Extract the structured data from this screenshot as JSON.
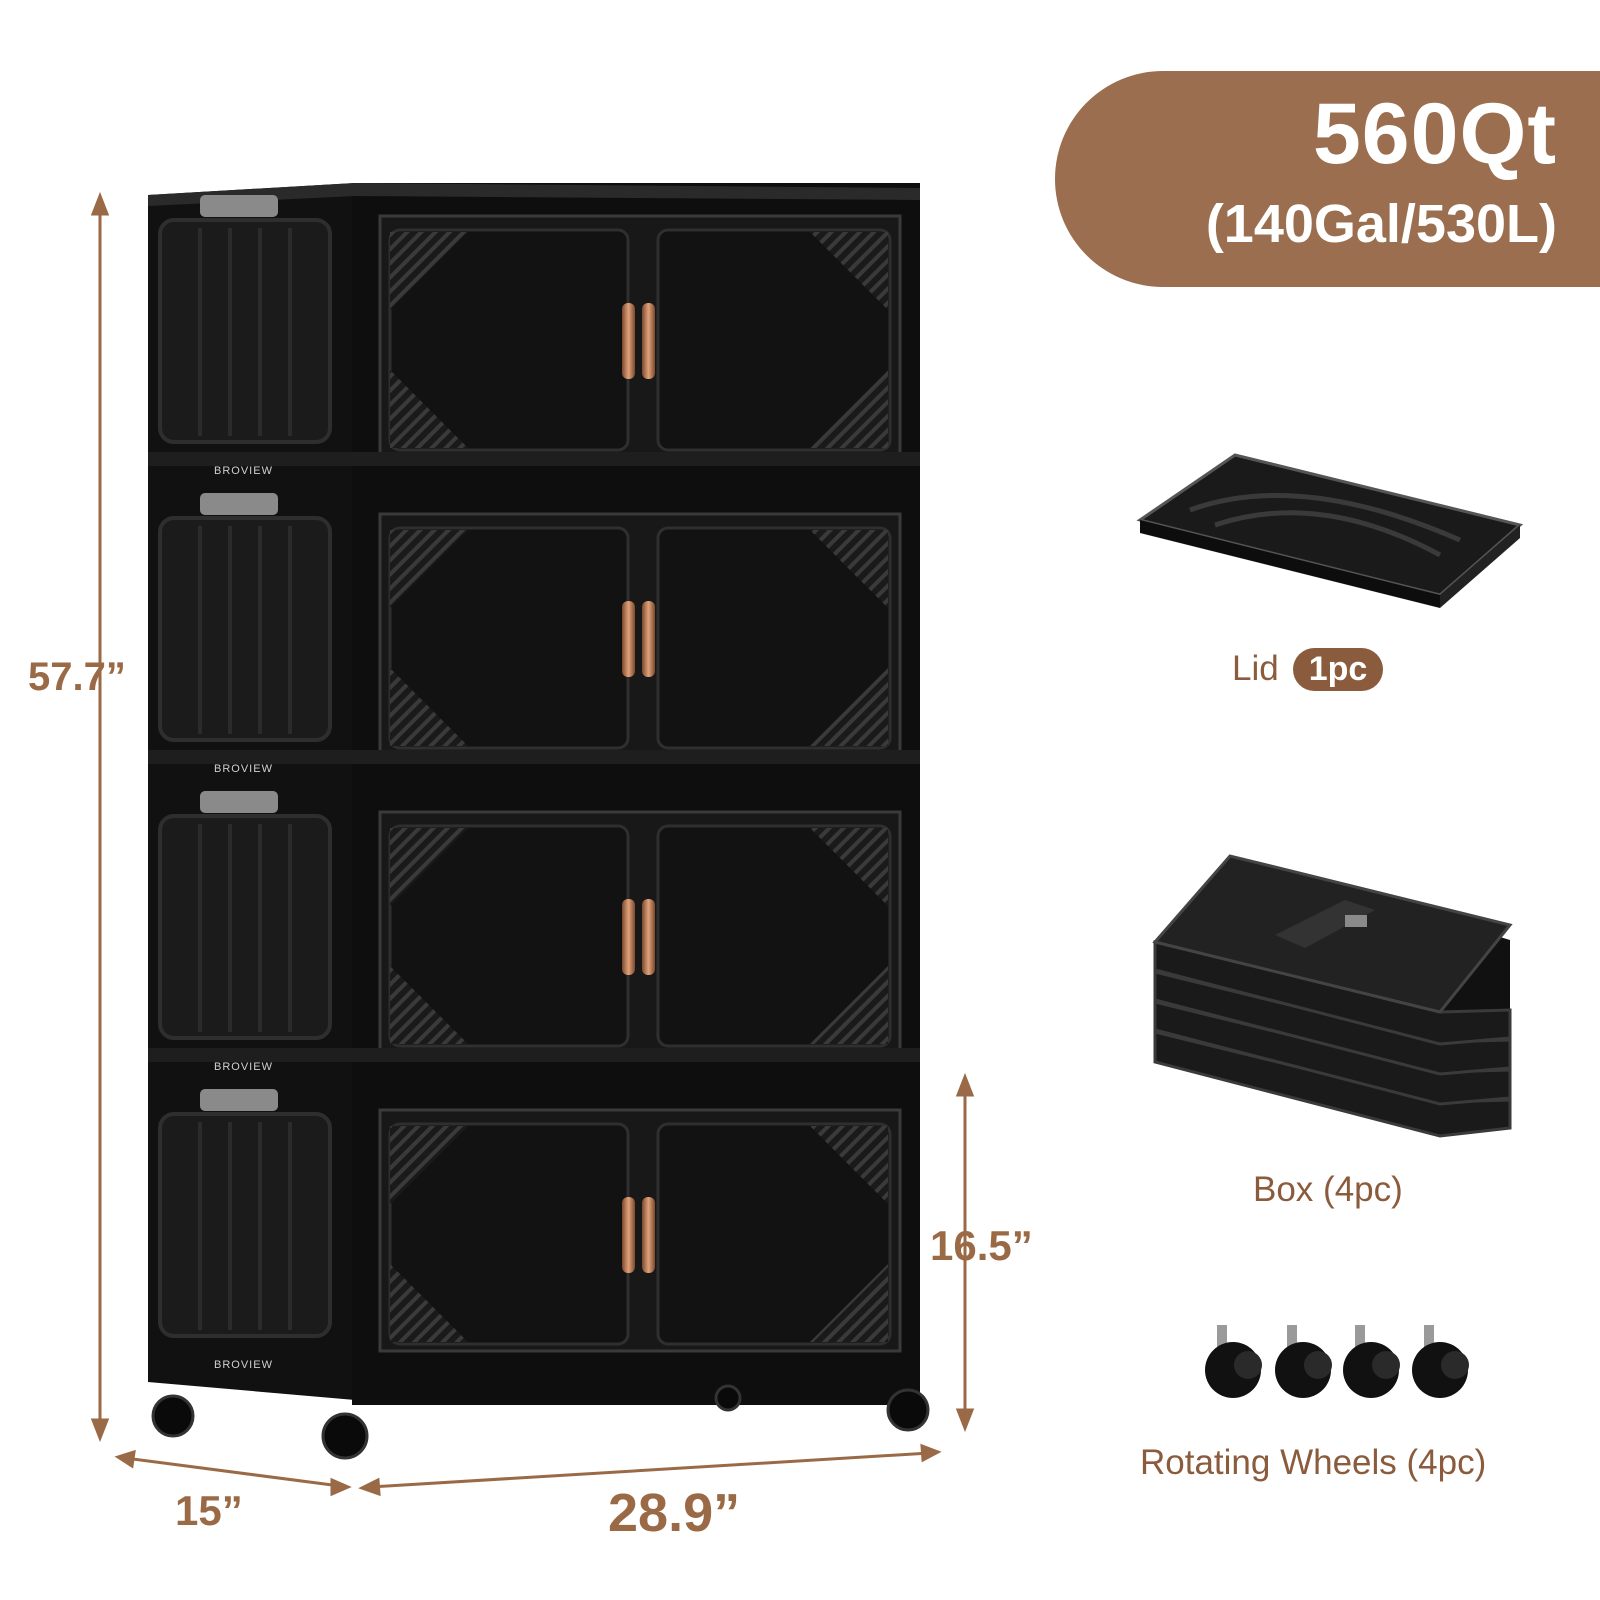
{
  "capacity": {
    "main": "560Qt",
    "sub": "(140Gal/530L)"
  },
  "dimensions": {
    "height": "57.7”",
    "depth": "15”",
    "width": "28.9”",
    "box_height": "16.5”"
  },
  "brand": "BROVIEW",
  "parts": {
    "lid": {
      "label": "Lid",
      "count": "1pc"
    },
    "box": {
      "label": "Box (4pc)"
    },
    "wheels": {
      "label": "Rotating Wheels (4pc)"
    }
  },
  "colors": {
    "accent": "#9a6e4e",
    "dimension": "#9a6a47",
    "cabinet": "#141414",
    "handle": "#c8825a"
  }
}
